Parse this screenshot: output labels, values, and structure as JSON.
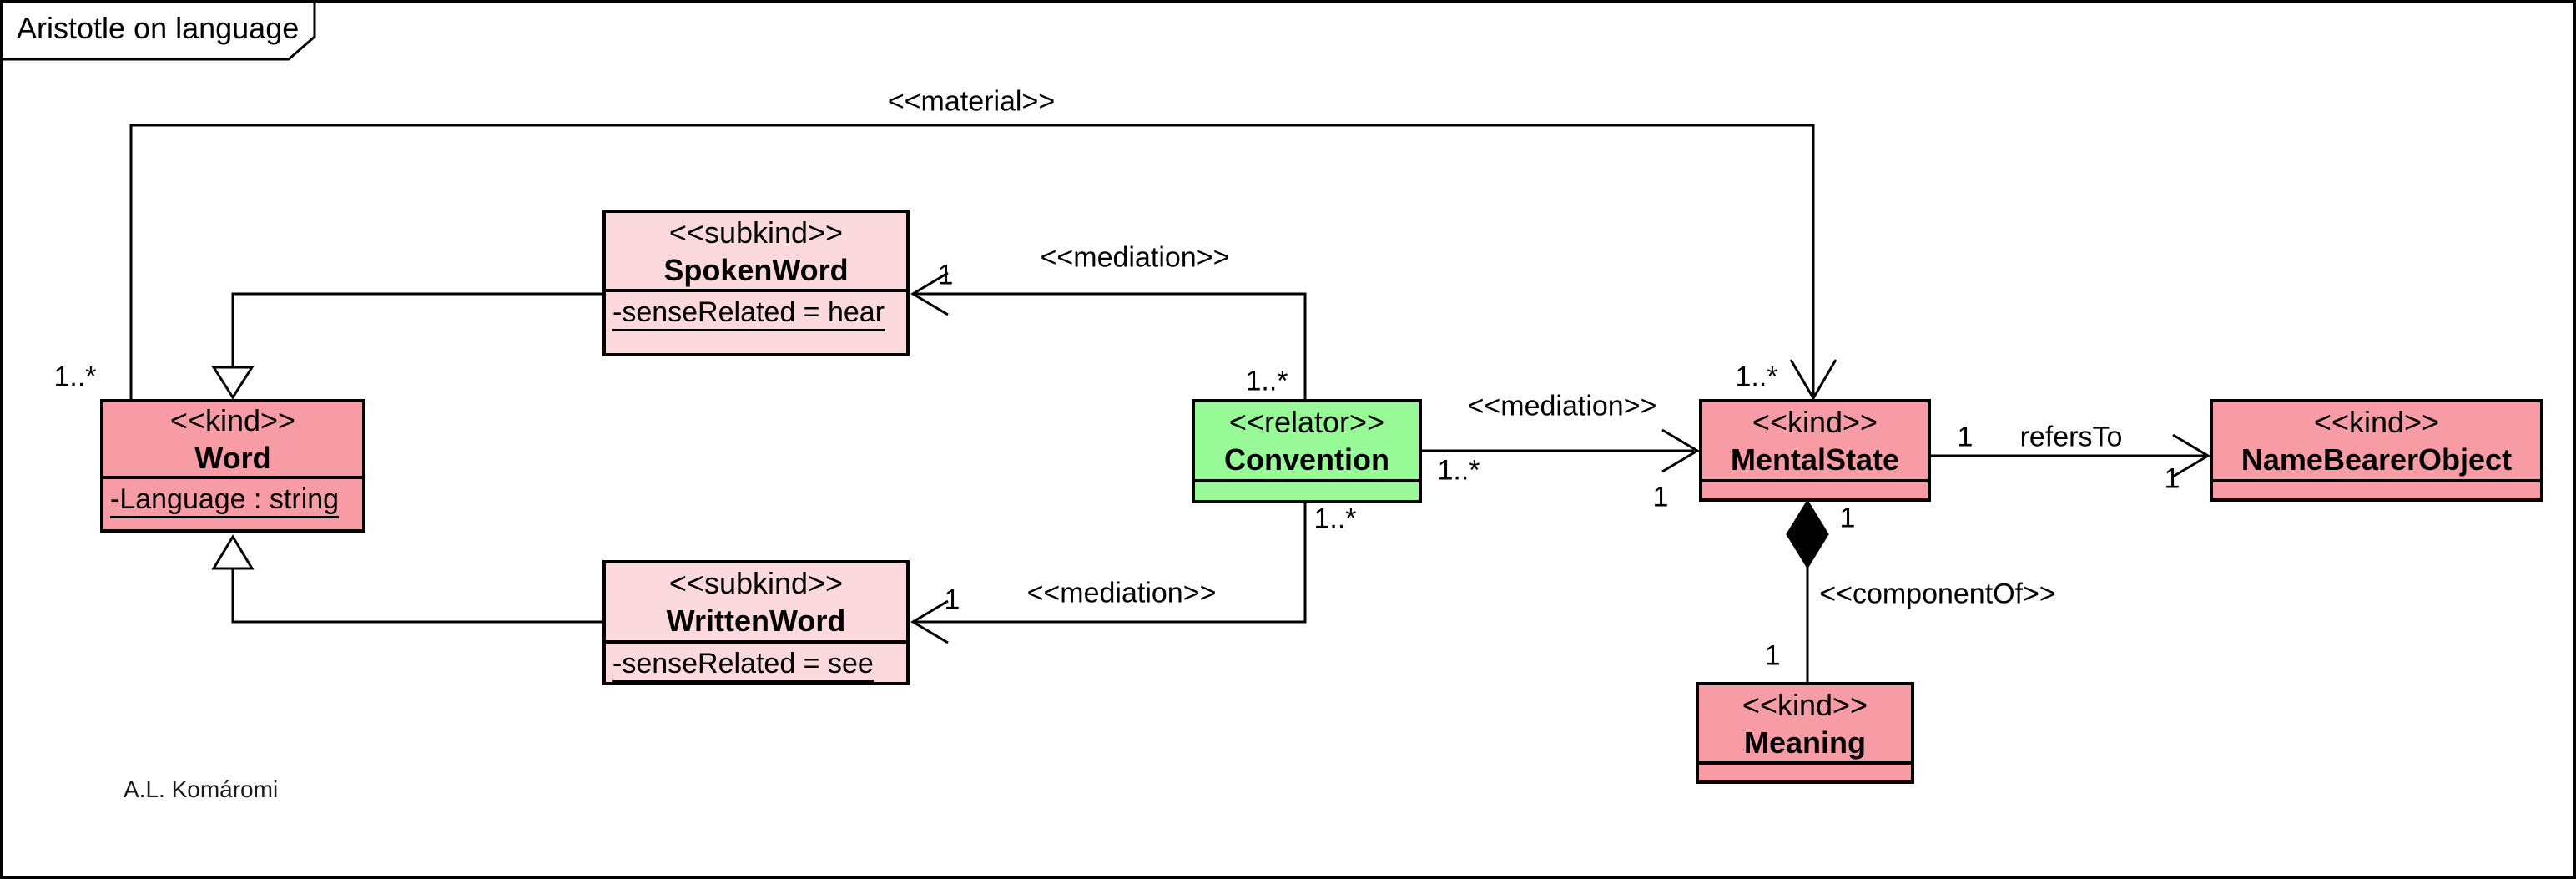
{
  "frame": {
    "title": "Aristotle on language"
  },
  "author": "A.L. Komáromi",
  "colors": {
    "kind_fill": "#F79CA4",
    "subkind_fill": "#FCD9DD",
    "relator_fill": "#97FA97",
    "line": "#000000",
    "background": "#FFFFFF"
  },
  "classes": {
    "word": {
      "stereotype": "<<kind>>",
      "name": "Word",
      "attribute": "-Language : string"
    },
    "spoken_word": {
      "stereotype": "<<subkind>>",
      "name": "SpokenWord",
      "attribute": "-senseRelated = hear"
    },
    "written_word": {
      "stereotype": "<<subkind>>",
      "name": "WrittenWord",
      "attribute": "-senseRelated = see"
    },
    "convention": {
      "stereotype": "<<relator>>",
      "name": "Convention"
    },
    "mental_state": {
      "stereotype": "<<kind>>",
      "name": "MentalState"
    },
    "name_bearer_object": {
      "stereotype": "<<kind>>",
      "name": "NameBearerObject"
    },
    "meaning": {
      "stereotype": "<<kind>>",
      "name": "Meaning"
    }
  },
  "relations": {
    "material": {
      "label": "<<material>>",
      "mult_word": "1..*",
      "mult_mental_state": "1..*"
    },
    "mediation_spoken": {
      "label": "<<mediation>>",
      "mult_spoken_word": "1",
      "mult_convention": "1..*"
    },
    "mediation_written": {
      "label": "<<mediation>>",
      "mult_written_word": "1",
      "mult_convention": "1..*"
    },
    "mediation_mental": {
      "label": "<<mediation>>",
      "mult_convention": "1..*",
      "mult_mental_state": "1"
    },
    "refers_to": {
      "label": "refersTo",
      "mult_mental_state": "1",
      "mult_object": "1"
    },
    "component_of": {
      "label": "<<componentOf>>",
      "mult_whole": "1",
      "mult_part": "1"
    }
  }
}
